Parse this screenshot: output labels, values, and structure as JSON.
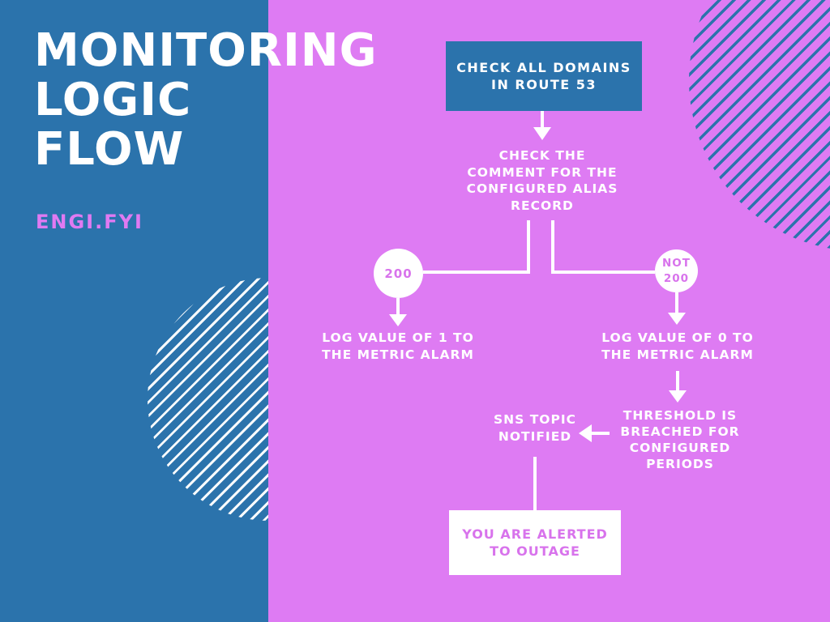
{
  "colors": {
    "bg_pink": "#de7bf3",
    "accent_blue": "#2b73ac",
    "pink_text": "#d873ec",
    "brand_pink": "#e07af2",
    "line_white": "#ffffff"
  },
  "header": {
    "title": "MONITORING\nLOGIC\nFLOW",
    "brand": "ENGI.FYI"
  },
  "flow": {
    "start": "CHECK ALL DOMAINS\nIN ROUTE 53",
    "check_comment": "CHECK THE\nCOMMENT FOR THE\nCONFIGURED ALIAS\nRECORD",
    "branch_200": "200",
    "branch_not_200": "NOT\n200",
    "log_value_1": "LOG VALUE OF 1 TO\nTHE METRIC ALARM",
    "log_value_0": "LOG VALUE OF 0 TO\nTHE METRIC ALARM",
    "threshold": "THRESHOLD IS\nBREACHED FOR\nCONFIGURED\nPERIODS",
    "sns_topic": "SNS TOPIC\nNOTIFIED",
    "alert": "YOU ARE ALERTED\nTO OUTAGE"
  }
}
